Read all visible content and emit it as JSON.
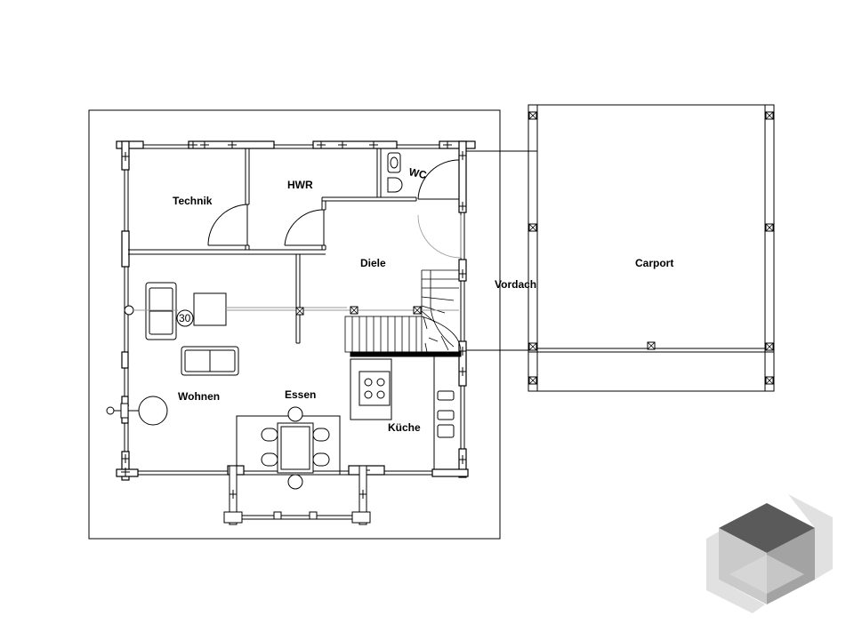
{
  "plan": {
    "rooms": {
      "technik": "Technik",
      "hwr": "HWR",
      "wc": "WC",
      "diele": "Diele",
      "vordach": "Vordach",
      "carport": "Carport",
      "wohnen": "Wohnen",
      "essen": "Essen",
      "kueche": "Küche"
    },
    "stove_number": "30"
  },
  "logo": {
    "colors": [
      "#5a5a5a",
      "#8c8c8c",
      "#bdbdbd",
      "#dedede"
    ]
  }
}
